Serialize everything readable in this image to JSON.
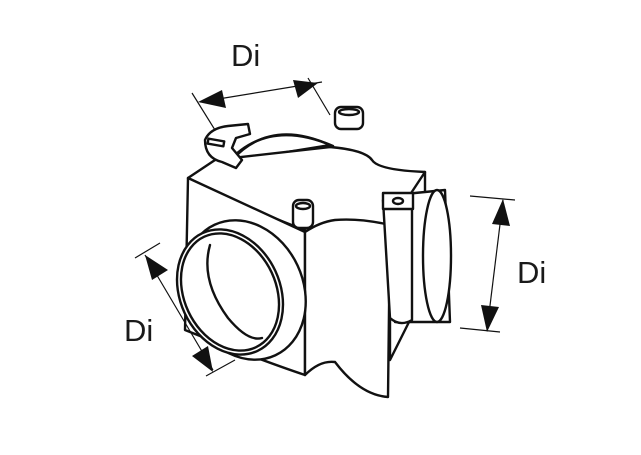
{
  "diagram": {
    "subject": "duct connector box with three circular spigots",
    "labels": {
      "top": "Di",
      "left": "Di",
      "right": "Di"
    },
    "colors": {
      "line": "#111111",
      "background": "#ffffff"
    }
  }
}
